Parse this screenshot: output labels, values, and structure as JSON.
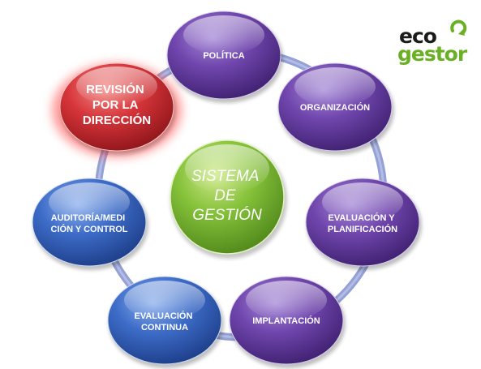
{
  "logo": {
    "text_top": "eco",
    "text_bottom": "gestor",
    "icon": "recycle-arrow-icon",
    "colors": {
      "top": "#1b1b1b",
      "bottom": "#6ab023"
    }
  },
  "center": {
    "lines": [
      "SISTEMA",
      "DE",
      "GESTIÓN"
    ],
    "color": "#7ab82f"
  },
  "nodes": [
    {
      "id": "politica",
      "lines": [
        "POLÍTICA"
      ],
      "color": "purple"
    },
    {
      "id": "organizacion",
      "lines": [
        "ORGANIZACIÓN"
      ],
      "color": "purple"
    },
    {
      "id": "evaluacion-planificacion",
      "lines": [
        "EVALUACIÓN Y",
        "PLANIFICACIÓN"
      ],
      "color": "purple"
    },
    {
      "id": "implantacion",
      "lines": [
        "IMPLANTACIÓN"
      ],
      "color": "purple"
    },
    {
      "id": "evaluacion-continua",
      "lines": [
        "EVALUACIÓN",
        "CONTINUA"
      ],
      "color": "blue"
    },
    {
      "id": "auditoria",
      "lines": [
        "AUDITORÍA/MEDI",
        "CIÓN Y CONTROL"
      ],
      "color": "blue"
    },
    {
      "id": "revision",
      "lines": [
        "REVISIÓN",
        "POR LA",
        "DIRECCIÓN"
      ],
      "color": "red",
      "highlighted": true
    }
  ],
  "colors": {
    "purple": "#6a3fa0",
    "blue": "#3564c4",
    "red": "#d32f35",
    "ring": "#7d8fcf"
  }
}
